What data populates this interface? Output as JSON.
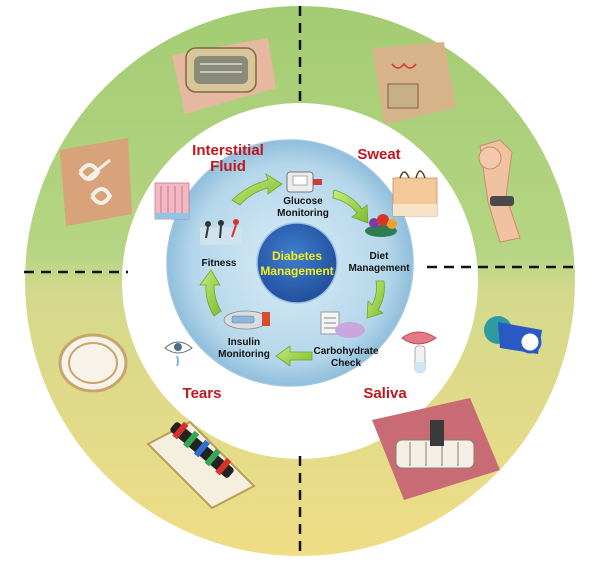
{
  "center": {
    "title_line1": "Diabetes",
    "title_line2": "Management"
  },
  "quadrants": [
    {
      "id": "interstitial",
      "label_line1": "Interstitial",
      "label_line2": "Fluid"
    },
    {
      "id": "sweat",
      "label_line1": "Sweat",
      "label_line2": ""
    },
    {
      "id": "tears",
      "label_line1": "Tears",
      "label_line2": ""
    },
    {
      "id": "saliva",
      "label_line1": "Saliva",
      "label_line2": ""
    }
  ],
  "cycle_steps": [
    {
      "line1": "Glucose",
      "line2": "Monitoring"
    },
    {
      "line1": "Diet",
      "line2": "Management"
    },
    {
      "line1": "Carbohydrate",
      "line2": "Check"
    },
    {
      "line1": "Insulin",
      "line2": "Monitoring"
    },
    {
      "line1": "Fitness",
      "line2": ""
    }
  ],
  "colors": {
    "top_ring": "#a9cf7c",
    "bottom_ring": "#e9db88",
    "inner_disc": "#b8d7ea",
    "center_disc": "#2e63b4",
    "center_text": "#f2ef1e",
    "label_red": "#c0171d",
    "arrow_green": "#8ccc3a"
  }
}
